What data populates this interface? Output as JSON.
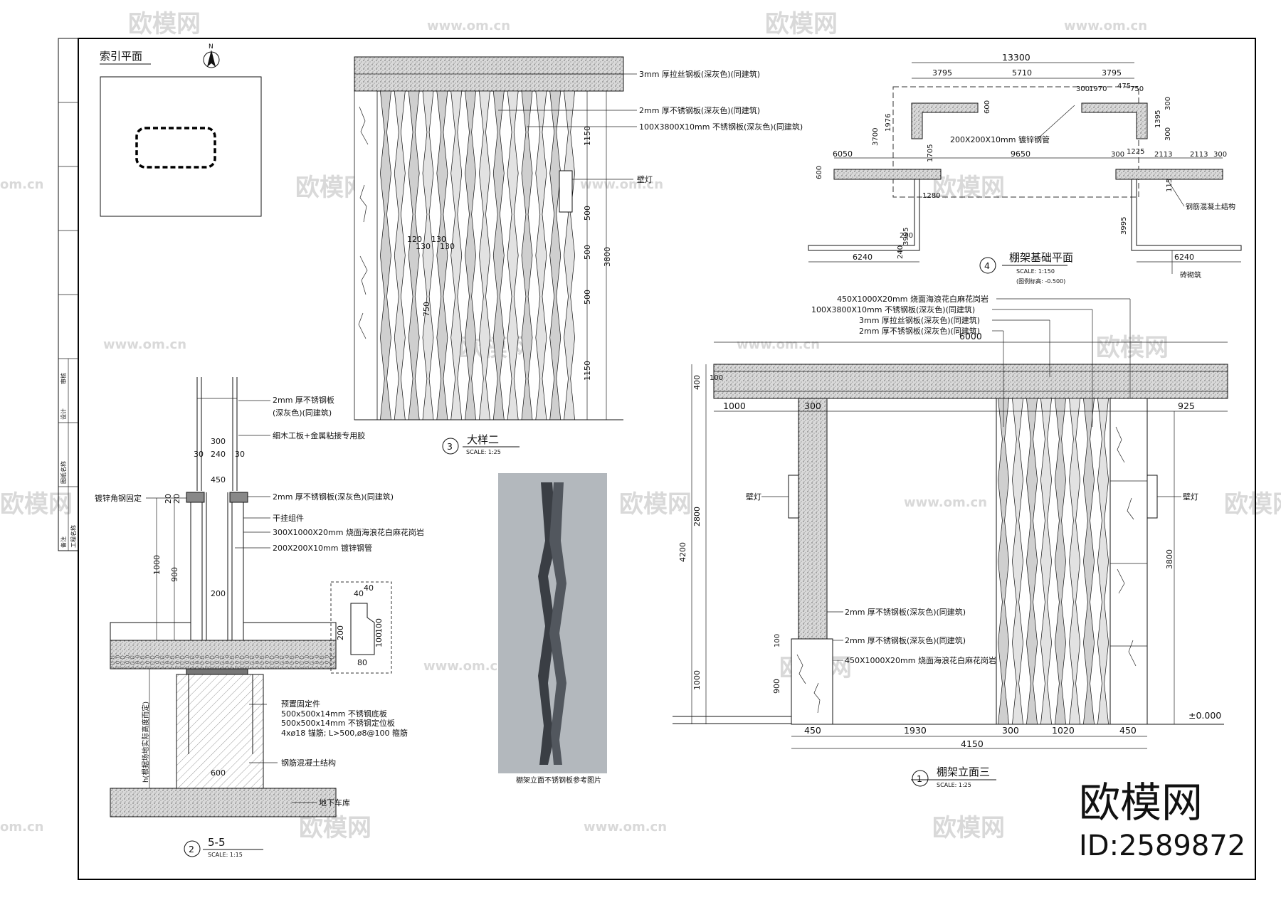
{
  "watermark": {
    "brand": "欧模网",
    "url": "www.om.cn",
    "url_small": "om.cn"
  },
  "corner_logo": {
    "brand": "欧模网",
    "id": "ID:2589872"
  },
  "index_plan": {
    "title": "索引平面",
    "north": "N"
  },
  "detail3": {
    "number": "3",
    "title": "大样二",
    "scale": "SCALE:  1:25",
    "labels": [
      "3mm 厚拉丝钢板(深灰色)(同建筑)",
      "2mm 厚不锈钢板(深灰色)(同建筑)",
      "100X3800X10mm 不锈钢板(深灰色)(同建筑)",
      "壁灯"
    ],
    "dims": [
      "1150",
      "500",
      "500",
      "500",
      "1150",
      "3800",
      "120",
      "130",
      "130",
      "130",
      "750"
    ]
  },
  "section55": {
    "number": "2",
    "title": "5-5",
    "scale": "SCALE:  1:15",
    "labels": [
      "2mm 厚不锈钢板",
      "(深灰色)(同建筑)",
      "细木工板+金属粘接专用胶",
      "镀锌角钢固定",
      "2mm 厚不锈钢板(深灰色)(同建筑)",
      "干挂组件",
      "300X1000X20mm 烧面海浪花白麻花岗岩",
      "200X200X10mm 镀锌钢管",
      "预置固定件",
      "500x500x14mm 不锈钢底板",
      "500x500x14mm 不锈钢定位板",
      "4xø18 锚筋; L>500,ø8@100 箍筋",
      "钢筋混凝土结构",
      "地下车库",
      "h(根据场地实际高度而定)"
    ],
    "dims": [
      "300",
      "240",
      "30",
      "30",
      "450",
      "20",
      "20",
      "1000",
      "900",
      "200",
      "600"
    ],
    "profile_dims": [
      "40",
      "40",
      "200",
      "100",
      "100",
      "80"
    ]
  },
  "reference_photo": {
    "caption": "棚架立面不锈钢板参考图片"
  },
  "foundation_plan": {
    "number": "4",
    "title": "棚架基础平面",
    "scale": "SCALE:  1:150",
    "note": "(图例标高: -0.500)",
    "labels": [
      "200X200X10mm 镀锌钢管",
      "钢筋混凝土结构",
      "砖砌筑"
    ],
    "dims": [
      "13300",
      "3795",
      "5710",
      "3795",
      "300",
      "1970",
      "475",
      "750",
      "600",
      "300",
      "1395",
      "300",
      "3700",
      "1976",
      "1705",
      "6050",
      "9650",
      "300",
      "1225",
      "2113",
      "2113",
      "300",
      "600",
      "1280",
      "115",
      "3995",
      "240",
      "240",
      "6240",
      "3995",
      "6240"
    ]
  },
  "elevation": {
    "number": "1",
    "title": "棚架立面三",
    "scale": "SCALE:  1:25",
    "labels": [
      "450X1000X20mm 烧面海浪花白麻花岗岩",
      "100X3800X10mm 不锈钢板(深灰色)(同建筑)",
      "3mm 厚拉丝钢板(深灰色)(同建筑)",
      "2mm 厚不锈钢板(深灰色)(同建筑)",
      "壁灯",
      "壁灯",
      "2mm 厚不锈钢板(深灰色)(同建筑)",
      "2mm 厚不锈钢板(深灰色)(同建筑)",
      "450X1000X20mm 烧面海浪花白麻花岗岩",
      "±0.000"
    ],
    "dims": [
      "6000",
      "400",
      "100",
      "1000",
      "300",
      "925",
      "2800",
      "4200",
      "3800",
      "100",
      "1000",
      "900",
      "450",
      "1930",
      "300",
      "1020",
      "450",
      "4150"
    ]
  },
  "title_block": {
    "items": [
      "备注",
      "工程名称",
      "图纸名称",
      "设计",
      "审核"
    ]
  }
}
